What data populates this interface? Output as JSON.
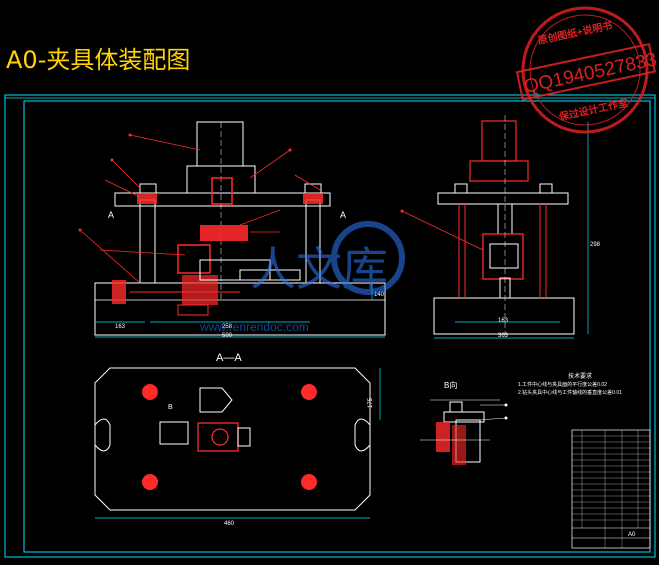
{
  "page_title": "A0-夹具体装配图",
  "section_label": "A—A",
  "view_label": "B向",
  "marker_a_left": "A",
  "marker_a_right": "A",
  "marker_b": "B",
  "dims": {
    "front_left": "163",
    "front_mid": "258",
    "front_total": "500",
    "front_height": "140",
    "side_bottom": "163",
    "side_total": "363",
    "side_height": "298",
    "section_width": "460",
    "section_height": "175"
  },
  "tech_req": {
    "title": "技术要求",
    "line1": "1.工件中心线与夹具面的平行度公差0.02",
    "line2": "2.钻头夹具中心线与工件轴线的垂直度公差0.01"
  },
  "watermark": {
    "brand": "人文库",
    "url": "www.renrendoc.com"
  },
  "stamp": {
    "top": "原创图纸+说明书",
    "mid": "QQ1940527833",
    "bottom": "保过设计工作室"
  },
  "title_block": {
    "label": "A0"
  },
  "colors": {
    "frame": "#00e5ff",
    "line": "#ffffff",
    "part": "#ff2a2a",
    "dim": "#00e5ff",
    "accent": "#ffd400"
  }
}
